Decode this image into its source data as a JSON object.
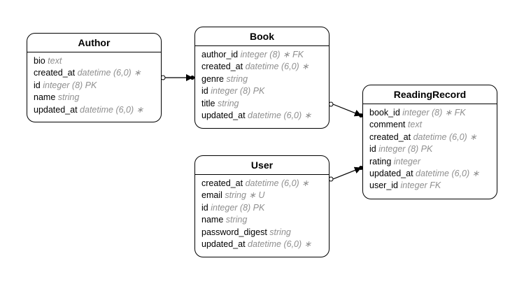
{
  "diagram": {
    "entities": [
      {
        "id": "author",
        "name": "Author",
        "attributes": [
          {
            "name": "bio",
            "type": "text"
          },
          {
            "name": "created_at",
            "type": "datetime (6,0) ∗"
          },
          {
            "name": "id",
            "type": "integer (8) PK"
          },
          {
            "name": "name",
            "type": "string"
          },
          {
            "name": "updated_at",
            "type": "datetime (6,0) ∗"
          }
        ]
      },
      {
        "id": "book",
        "name": "Book",
        "attributes": [
          {
            "name": "author_id",
            "type": "integer (8) ∗ FK"
          },
          {
            "name": "created_at",
            "type": "datetime (6,0) ∗"
          },
          {
            "name": "genre",
            "type": "string"
          },
          {
            "name": "id",
            "type": "integer (8) PK"
          },
          {
            "name": "title",
            "type": "string"
          },
          {
            "name": "updated_at",
            "type": "datetime (6,0) ∗"
          }
        ]
      },
      {
        "id": "user",
        "name": "User",
        "attributes": [
          {
            "name": "created_at",
            "type": "datetime (6,0) ∗"
          },
          {
            "name": "email",
            "type": "string ∗ U"
          },
          {
            "name": "id",
            "type": "integer (8) PK"
          },
          {
            "name": "name",
            "type": "string"
          },
          {
            "name": "password_digest",
            "type": "string"
          },
          {
            "name": "updated_at",
            "type": "datetime (6,0) ∗"
          }
        ]
      },
      {
        "id": "readingrecord",
        "name": "ReadingRecord",
        "attributes": [
          {
            "name": "book_id",
            "type": "integer (8) ∗ FK"
          },
          {
            "name": "comment",
            "type": "text"
          },
          {
            "name": "created_at",
            "type": "datetime (6,0) ∗"
          },
          {
            "name": "id",
            "type": "integer (8) PK"
          },
          {
            "name": "rating",
            "type": "integer"
          },
          {
            "name": "updated_at",
            "type": "datetime (6,0) ∗"
          },
          {
            "name": "user_id",
            "type": "integer FK"
          }
        ]
      }
    ],
    "relationships": [
      {
        "from": "author",
        "to": "book"
      },
      {
        "from": "book",
        "to": "readingrecord"
      },
      {
        "from": "user",
        "to": "readingrecord"
      }
    ]
  }
}
